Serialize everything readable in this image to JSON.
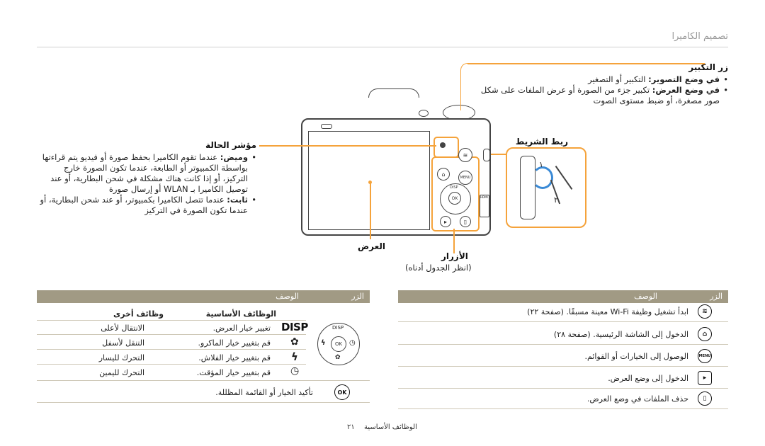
{
  "header": {
    "title": "تصميم الكاميرا"
  },
  "callouts": {
    "zoom": {
      "title": "زر التكبير",
      "items": [
        {
          "bold": "في وضع التصوير:",
          "text": " التكبير أو التصغير"
        },
        {
          "bold": "في وضع العرض:",
          "text": " تكبير جزء من الصورة أو عرض الملفات على شكل صور مصغرة، أو ضبط مستوى الصوت"
        }
      ]
    },
    "strap": {
      "title": "ربط الشريط"
    },
    "status": {
      "title": "مؤشر الحالة",
      "items": [
        {
          "bold": "وميض:",
          "text": " عندما تقوم الكاميرا بحفظ صورة أو فيديو يتم قراءتها بواسطة الكمبيوتر أو الطابعة، عندما تكون الصورة خارج التركيز، أو إذا كانت هناك مشكلة في شحن البطارية، أو عند توصيل الكاميرا بـ WLAN أو إرسال صورة"
        },
        {
          "bold": "ثابت:",
          "text": " عندما تتصل الكاميرا بكمبيوتر، أو عند شحن البطارية، أو عندما تكون الصورة في التركيز"
        }
      ]
    },
    "display": {
      "title": "العرض"
    },
    "buttons": {
      "title": "الأزرار",
      "note": "(انظر الجدول أدناه)"
    },
    "strap_numbers": [
      "١",
      "٢"
    ]
  },
  "camera": {
    "labels": {
      "menu": "MENU",
      "disp": "DISP",
      "ok": "OK",
      "wifi_side": "Wi-Fi",
      "hdmi": "HDMI"
    }
  },
  "left_table": {
    "head": {
      "button": "الزر",
      "description": "الوصف"
    },
    "subhead": {
      "basic": "الوظائف الأساسية",
      "other": "وظائف أخرى"
    },
    "dpad": {
      "top": "DISP"
    },
    "rows": [
      {
        "icon": "DISP",
        "icon_name": "disp-icon",
        "basic": "تغيير خيار العرض.",
        "other": "الانتقال لأعلى"
      },
      {
        "icon": "✿",
        "icon_name": "macro-icon",
        "basic": "قم بتغيير خيار الماكرو.",
        "other": "التنقل لأسفل"
      },
      {
        "icon": "ϟ",
        "icon_name": "flash-icon",
        "basic": "قم بتغيير خيار الفلاش.",
        "other": "التحرك لليسار"
      },
      {
        "icon": "◷",
        "icon_name": "timer-icon",
        "basic": "قم بتغيير خيار المؤقت.",
        "other": "التحرك لليمين"
      }
    ],
    "ok_row": {
      "icon": "OK",
      "text": "تأكيد الخيار أو القائمة المظللة."
    }
  },
  "right_table": {
    "head": {
      "button": "الزر",
      "description": "الوصف"
    },
    "rows": [
      {
        "icon": "wifi",
        "icon_name": "wifi-icon",
        "text": "ابدأ تشغيل وظيفة Wi-Fi معينة مسبقًا. (صفحة ٢٢)"
      },
      {
        "icon": "home",
        "icon_name": "home-icon",
        "text": "الدخول إلى الشاشة الرئيسية. (صفحة ٢٨)"
      },
      {
        "icon": "MENU",
        "icon_name": "menu-icon",
        "text": "الوصول إلى الخيارات أو القوائم."
      },
      {
        "icon": "play",
        "icon_name": "playback-icon",
        "text": "الدخول إلى وضع العرض."
      },
      {
        "icon": "trash",
        "icon_name": "trash-icon",
        "text": "حذف الملفات في وضع العرض."
      }
    ]
  },
  "footer": {
    "text": "الوظائف الأساسية",
    "page": "٢١"
  },
  "colors": {
    "accent": "#f5a33b",
    "table_head": "#a19a84"
  }
}
